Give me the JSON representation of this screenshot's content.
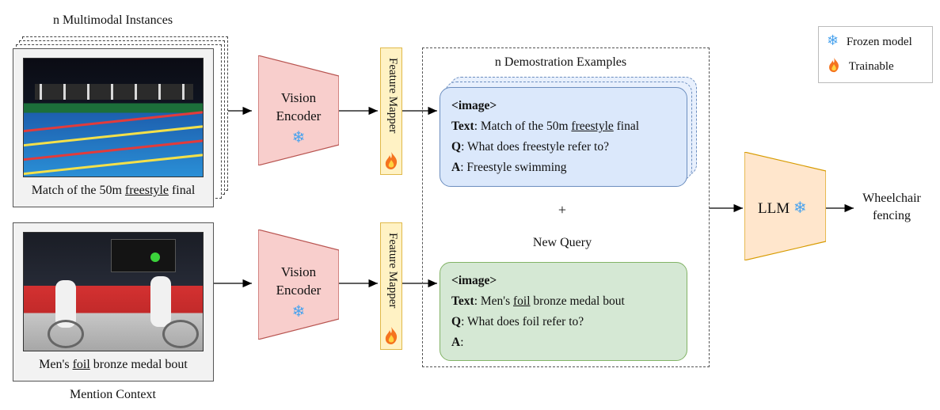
{
  "top_caption": "n Multimodal Instances",
  "bottom_caption": "Mention Context",
  "instance_top": {
    "pre": "Match of the 50m ",
    "mention": "freestyle",
    "post": " final"
  },
  "instance_bottom": {
    "pre": "Men's ",
    "mention": "foil",
    "post": " bronze medal bout"
  },
  "vision_encoder": {
    "line1": "Vision",
    "line2": "Encoder"
  },
  "feature_mapper": "Feature Mapper",
  "group_title": "n Demostration Examples",
  "plus": "+",
  "new_query": "New Query",
  "demo_box": {
    "image_tag": "<image>",
    "text_label": "Text",
    "text_pre": ": Match of the 50m ",
    "text_mention": "freestyle",
    "text_post": " final",
    "q_label": "Q",
    "q_text": ": What does freestyle refer to?",
    "a_label": "A",
    "a_text": ": Freestyle swimming"
  },
  "query_box": {
    "image_tag": "<image>",
    "text_label": "Text",
    "text_pre": ": Men's ",
    "text_mention": "foil",
    "text_post": " bronze medal bout",
    "q_label": "Q",
    "q_text": ": What does foil refer to?",
    "a_label": "A",
    "a_text": ":"
  },
  "llm_label": "LLM",
  "output": {
    "line1": "Wheelchair",
    "line2": "fencing"
  },
  "legend": {
    "frozen": "Frozen model",
    "trainable": "Trainable"
  },
  "icons": {
    "frozen": "snowflake-icon",
    "trainable": "flame-icon"
  },
  "colors": {
    "encoder_fill": "#f8cecc",
    "encoder_stroke": "#b85450",
    "llm_fill": "#ffe6cc",
    "llm_stroke": "#d79b00",
    "mapper_fill": "#fff2cc",
    "demo_fill": "#dae8fc",
    "query_fill": "#d5e8d4"
  }
}
